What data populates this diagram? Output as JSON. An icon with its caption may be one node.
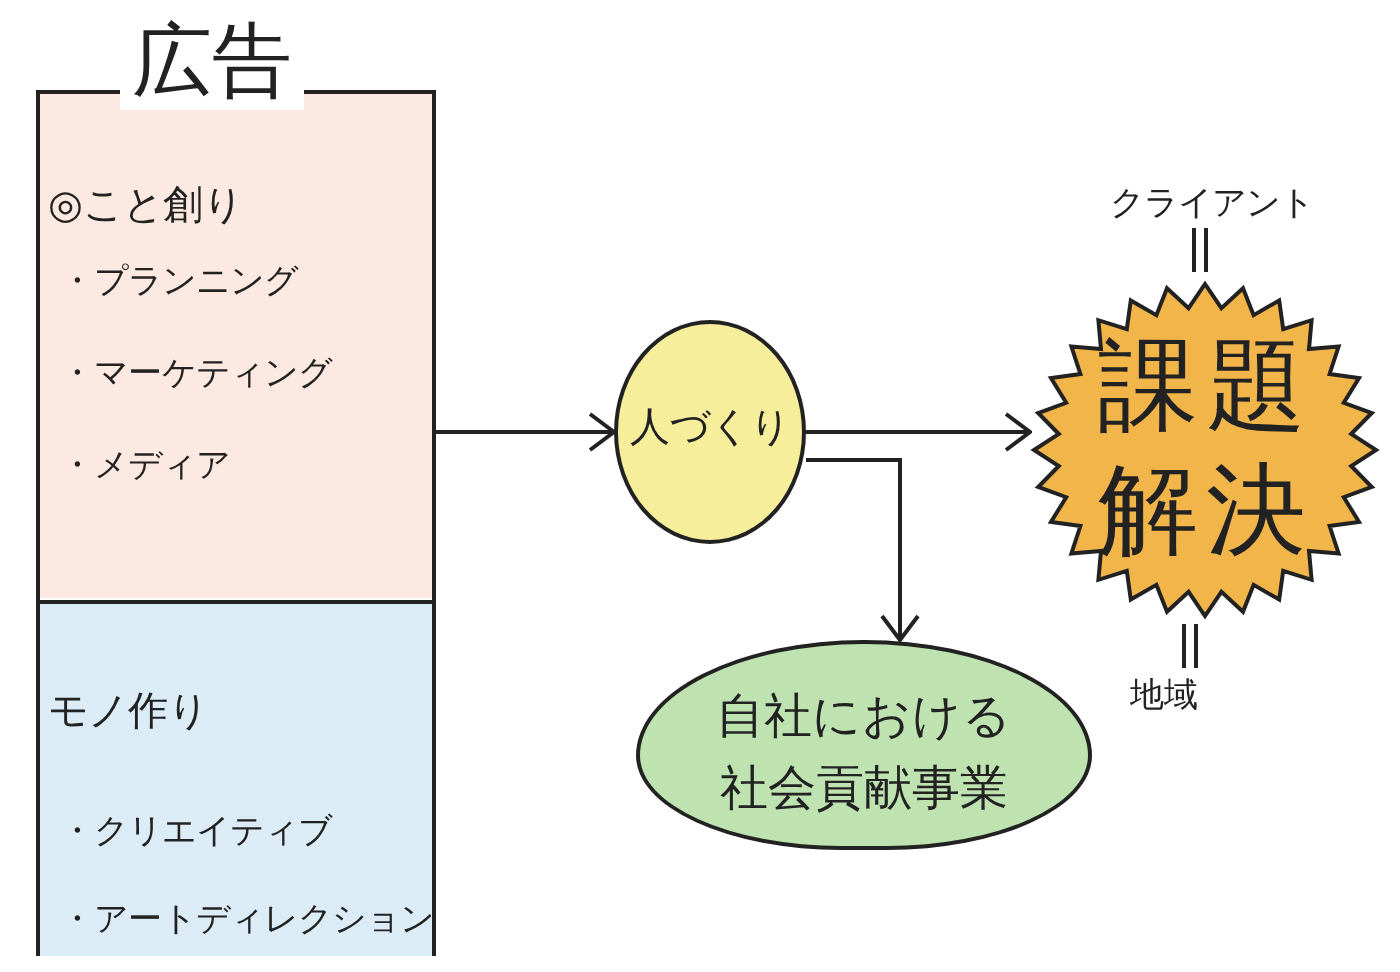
{
  "diagram": {
    "nodes": [
      {
        "text": [
          "広告"
        ]
      },
      {
        "text": [
          "◎こと創り",
          "・プランニング",
          "・マーケティング",
          "・メディア"
        ],
        "in": 0
      },
      {
        "text": [
          "モノ作り",
          "・クリエイティブ",
          "・アートディレクション"
        ],
        "in": 0
      },
      {
        "text": [
          "人づくり"
        ]
      },
      {
        "text": [
          "課題解決"
        ],
        "beside": [
          "クライアント",
          "地域"
        ]
      },
      {
        "text": [
          "自社における社会貢献事業"
        ]
      }
    ],
    "edges": [
      {
        "from": 0,
        "to": 3,
        "arrow": "to"
      },
      {
        "from": 3,
        "to": 4,
        "arrow": "to"
      },
      {
        "from": 3,
        "to": 5,
        "arrow": "to"
      }
    ]
  }
}
